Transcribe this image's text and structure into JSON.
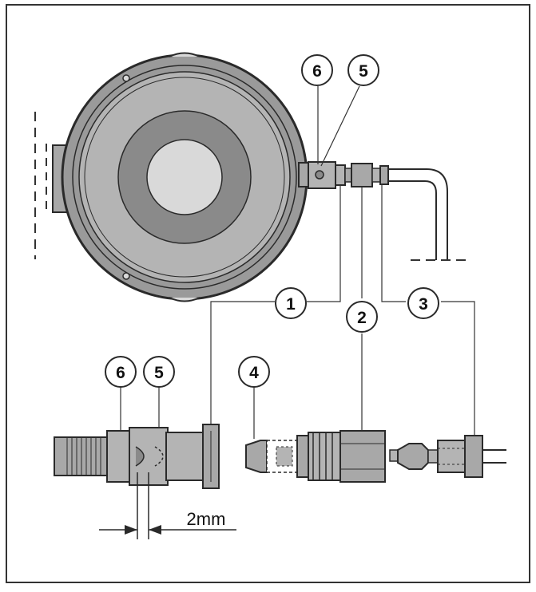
{
  "callouts": {
    "c1": "1",
    "c2": "2",
    "c3": "3",
    "c4": "4",
    "c5_top": "5",
    "c6_top": "6",
    "c5_detail": "5",
    "c6_detail": "6"
  },
  "dimension": {
    "label": "2mm"
  },
  "colors": {
    "outer_body": "#9a9a9a",
    "mid_ring": "#b4b4b4",
    "dark_ring": "#8a8a8a",
    "center": "#d9d9d9",
    "part_fill": "#a8a8a8",
    "outline": "#2a2a2a"
  }
}
